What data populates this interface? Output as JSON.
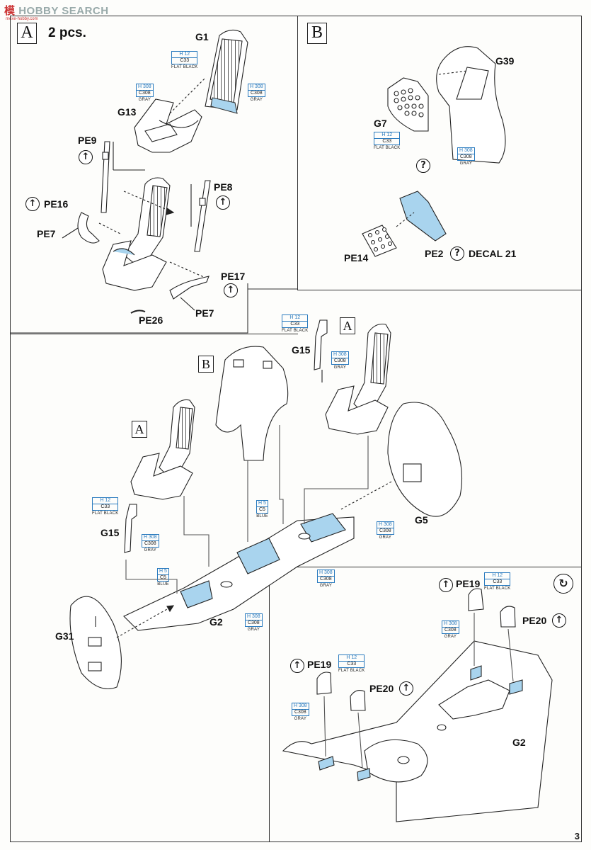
{
  "watermark": {
    "brand": "HOBBY SEARCH",
    "chinese": "模",
    "sub": "moxe-hobby.com"
  },
  "page_number": "3",
  "panel_a": {
    "letter": "A",
    "qty": "2 pcs.",
    "parts": {
      "g1": "G1",
      "g13": "G13",
      "pe9": "PE9",
      "pe8": "PE8",
      "pe16": "PE16",
      "pe7a": "PE7",
      "pe7b": "PE7",
      "pe17": "PE17",
      "pe26": "PE26"
    },
    "paints": {
      "flat_black": {
        "h": "H 12",
        "c": "C33",
        "name": "FLAT BLACK"
      },
      "gray_left": {
        "h": "H 308",
        "c": "C308",
        "name": "GRAY"
      },
      "gray_right": {
        "h": "H 308",
        "c": "C308",
        "name": "GRAY"
      }
    }
  },
  "panel_b": {
    "letter": "B",
    "parts": {
      "g39": "G39",
      "g7": "G7",
      "pe14": "PE14",
      "pe2": "PE2",
      "decal": "DECAL 21"
    },
    "paints": {
      "flat_black": {
        "h": "H 12",
        "c": "C33",
        "name": "FLAT BLACK"
      },
      "gray": {
        "h": "H 308",
        "c": "C308",
        "name": "GRAY"
      }
    },
    "optional_mark": "?"
  },
  "main_assembly": {
    "sub_a_left": "A",
    "sub_a_right": "A",
    "sub_b": "B",
    "parts": {
      "g15a": "G15",
      "g15b": "G15",
      "g5": "G5",
      "g2": "G2",
      "g31": "G31"
    },
    "paints": {
      "g15_right_black": {
        "h": "H 12",
        "c": "C33",
        "name": "FLAT BLACK"
      },
      "g15_right_gray": {
        "h": "H 308",
        "c": "C308",
        "name": "GRAY"
      },
      "g15_left_black": {
        "h": "H 12",
        "c": "C33",
        "name": "FLAT BLACK"
      },
      "g15_left_gray": {
        "h": "H 308",
        "c": "C308",
        "name": "GRAY"
      },
      "blue_upper": {
        "h": "H 5",
        "c": "C5",
        "name": "BLUE"
      },
      "blue_lower": {
        "h": "H 5",
        "c": "C5",
        "name": "BLUE"
      },
      "g5_gray": {
        "h": "H 308",
        "c": "C308",
        "name": "GRAY"
      },
      "floor_gray": {
        "h": "H 308",
        "c": "C308",
        "name": "GRAY"
      },
      "g2_gray": {
        "h": "H 308",
        "c": "C308",
        "name": "GRAY"
      }
    }
  },
  "detail_panel": {
    "parts": {
      "pe19a": "PE19",
      "pe20a": "PE20",
      "pe19b": "PE19",
      "pe20b": "PE20",
      "g2": "G2"
    },
    "paints": {
      "top_black": {
        "h": "H 12",
        "c": "C33",
        "name": "FLAT BLACK"
      },
      "top_gray": {
        "h": "H 308",
        "c": "C308",
        "name": "GRAY"
      },
      "bottom_black": {
        "h": "H 12",
        "c": "C33",
        "name": "FLAT BLACK"
      },
      "bottom_gray": {
        "h": "H 308",
        "c": "C308",
        "name": "GRAY"
      }
    }
  },
  "icons": {
    "photo_etch": "pe-bend-icon",
    "optional": "question-icon",
    "repeat": "rotate-icon"
  },
  "colors": {
    "paint_blue": "#2a7bbf",
    "highlight_blue": "#a9d4ee",
    "line": "#222222"
  }
}
